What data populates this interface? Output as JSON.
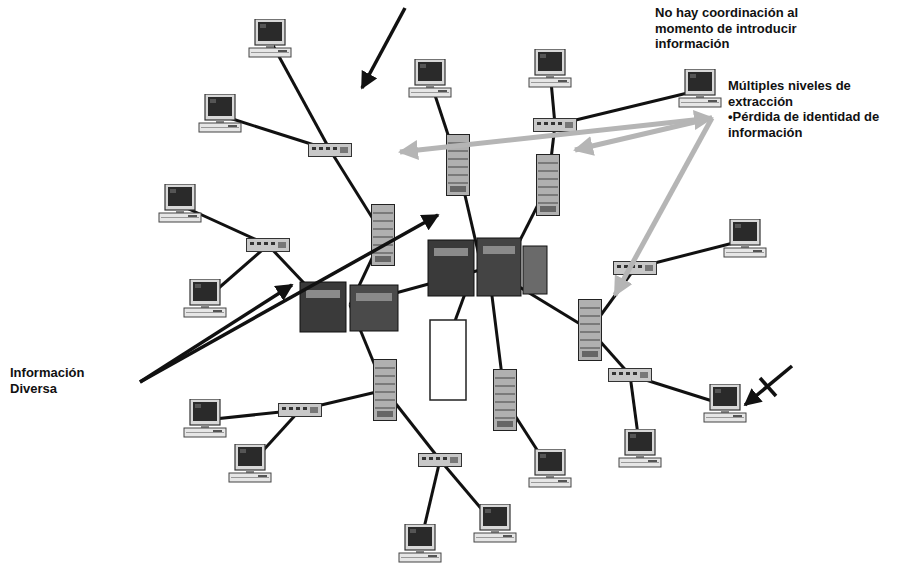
{
  "diagram": {
    "labels": [
      "No hay coordinación al momento de introducir información",
      "Múltiples niveles de extracción",
      "•Pérdida de identidad de información",
      "Información Diversa"
    ]
  }
}
